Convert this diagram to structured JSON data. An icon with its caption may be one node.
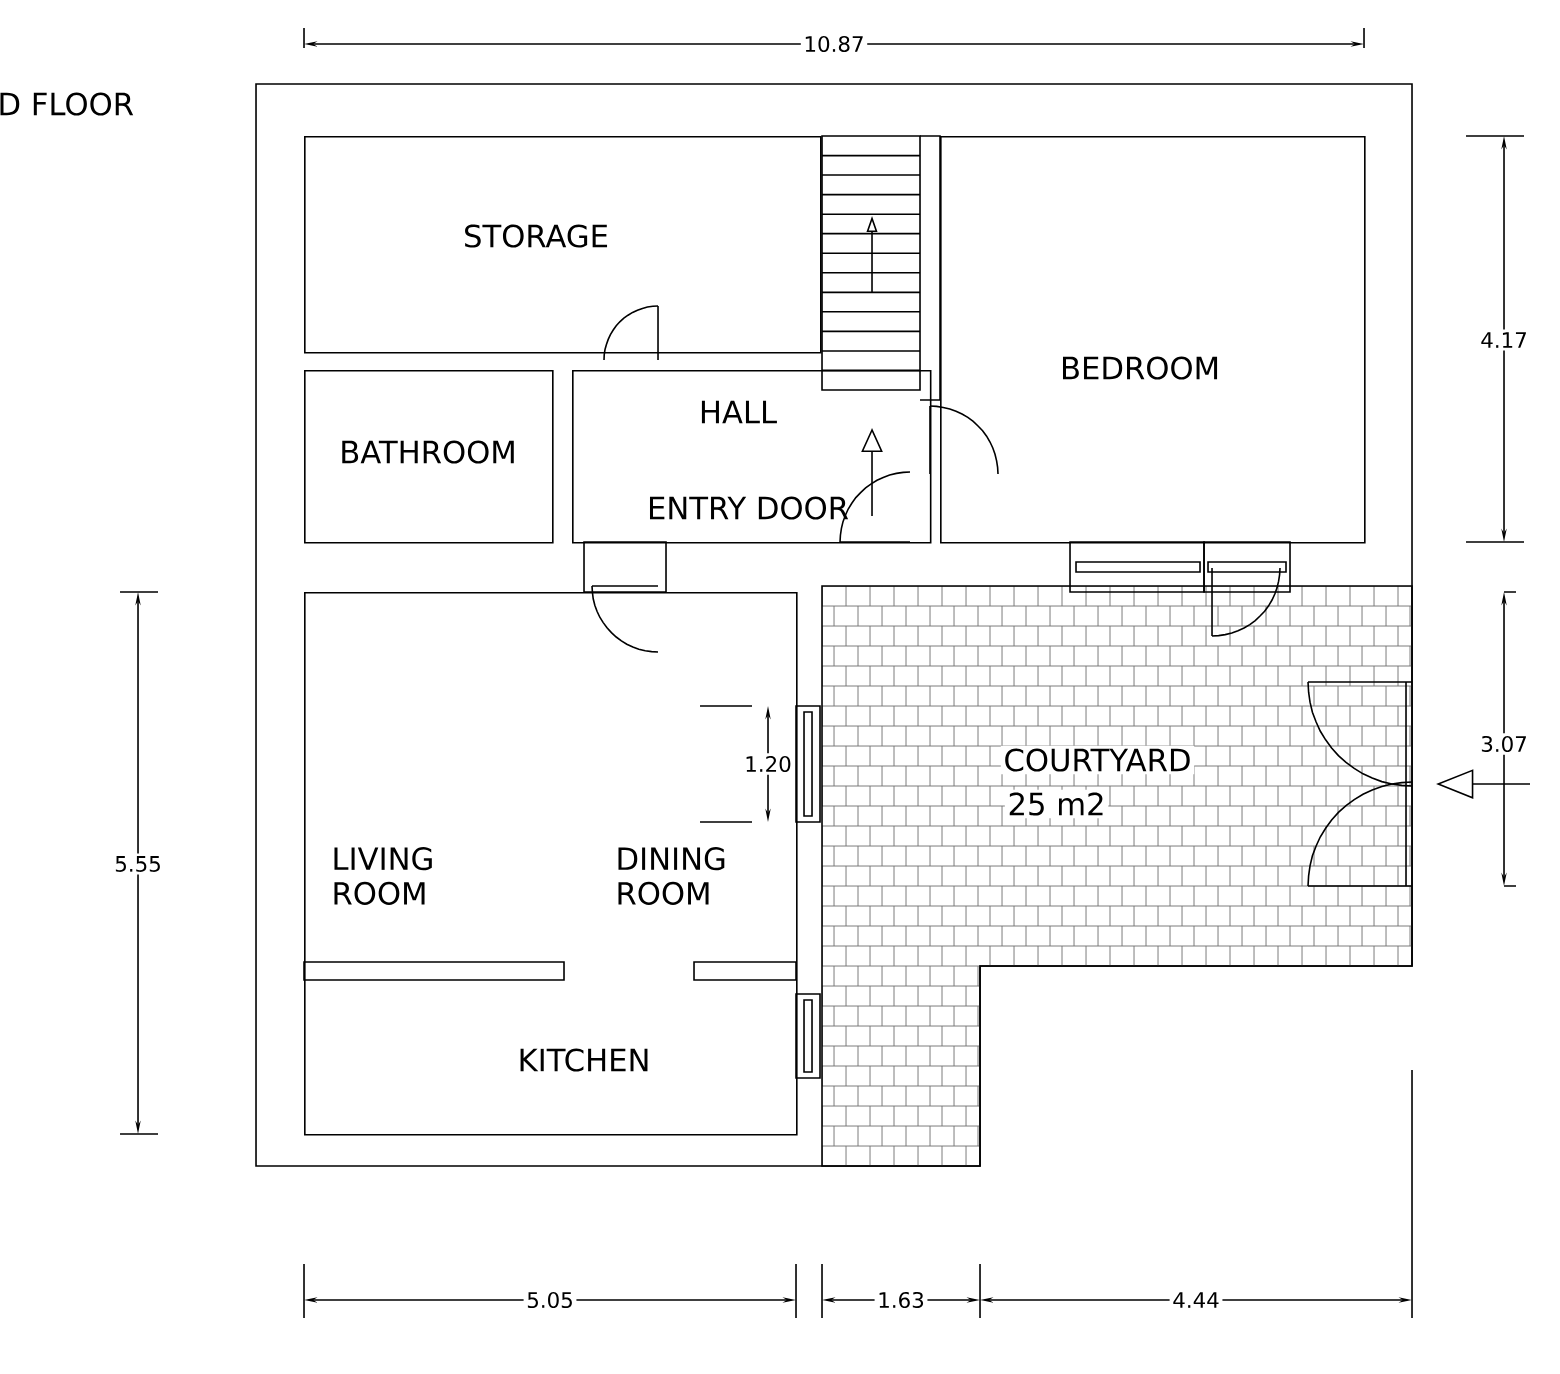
{
  "diagram": {
    "nodes": [
      {
        "text": [
          "STORAGE"
        ]
      },
      {
        "text": [
          "BATHROOM"
        ]
      },
      {
        "text": [
          "HALL",
          "ENTRY DOOR"
        ]
      },
      {
        "text": [
          "BEDROOM"
        ]
      },
      {
        "text": [
          "LIVING ROOM",
          "DINING ROOM",
          "KITCHEN"
        ]
      },
      {
        "text": [
          "COURTYARD",
          "25 m2"
        ]
      }
    ],
    "labels": [
      "D FLOOR",
      "10.87",
      "4.17",
      "3.07",
      "5.55",
      "1.20",
      "5.05",
      "1.63",
      "4.44"
    ]
  }
}
